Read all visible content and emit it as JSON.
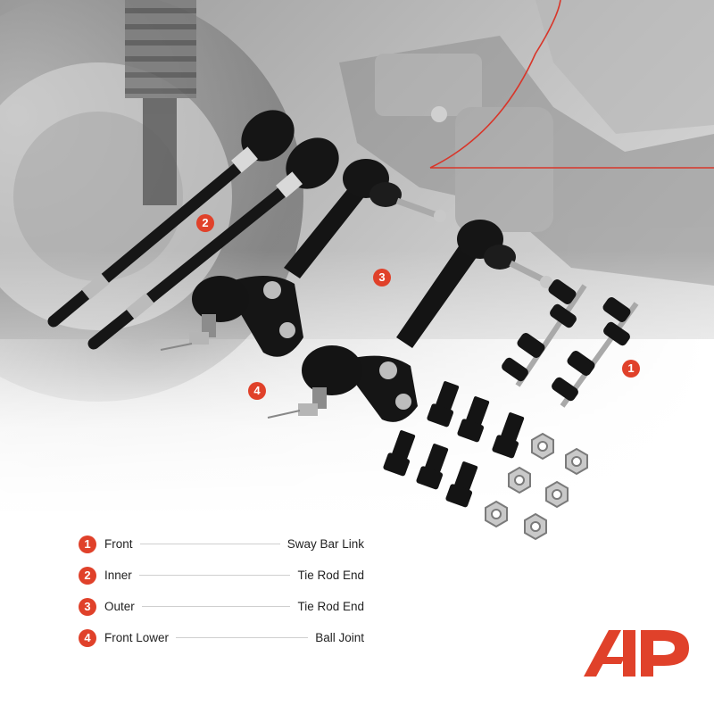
{
  "legend": [
    {
      "num": "1",
      "left": "Front",
      "right": "Sway Bar Link"
    },
    {
      "num": "2",
      "left": "Inner",
      "right": "Tie Rod End"
    },
    {
      "num": "3",
      "left": "Outer",
      "right": "Tie Rod End"
    },
    {
      "num": "4",
      "left": "Front Lower",
      "right": "Ball Joint"
    }
  ],
  "markers": {
    "sway_bar": "1",
    "inner_tie_rod": "2",
    "outer_tie_rod": "3",
    "ball_joint": "4"
  },
  "colors": {
    "accent": "#e0412a",
    "part_black": "#141414",
    "background_gray": "#bdbdbd"
  },
  "logo": {
    "icon": "ap-brand-logo"
  }
}
